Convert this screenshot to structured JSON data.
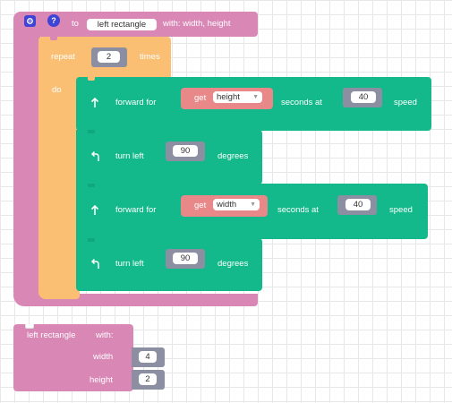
{
  "procedure": {
    "to_label": "to",
    "name": "left rectangle",
    "with_label": "with: width, height"
  },
  "repeat": {
    "label": "repeat",
    "count": "2",
    "times_label": "times",
    "do_label": "do"
  },
  "statements": [
    {
      "label_a": "forward for",
      "get_label": "get",
      "param": "height",
      "label_b": "seconds at",
      "speed": "40",
      "label_c": "speed"
    },
    {
      "label_a": "turn left",
      "value": "90",
      "label_b": "degrees"
    },
    {
      "label_a": "forward for",
      "get_label": "get",
      "param": "width",
      "label_b": "seconds at",
      "speed": "40",
      "label_c": "speed"
    },
    {
      "label_a": "turn left",
      "value": "90",
      "label_b": "degrees"
    }
  ],
  "call": {
    "title": "left rectangle",
    "with_label": "with:",
    "arg1_label": "width",
    "arg1_value": "4",
    "arg2_label": "height",
    "arg2_value": "2"
  },
  "colors": {
    "procedure": "#d987b5",
    "repeat": "#fbbf73",
    "motion": "#13b98a",
    "variable": "#e88889",
    "slot": "#8c8fa1"
  },
  "icons": [
    "gear-icon",
    "help-icon",
    "arrow-up-icon",
    "turn-left-icon"
  ]
}
